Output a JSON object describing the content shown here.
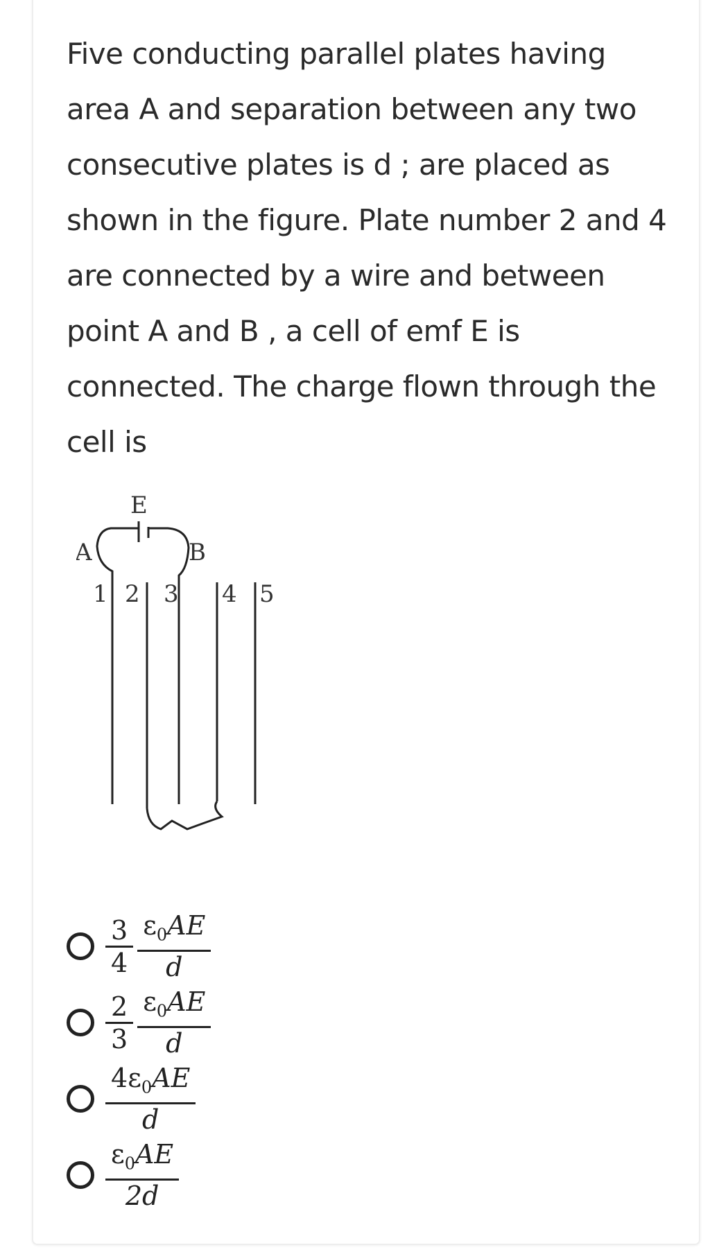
{
  "question": {
    "text": "Five conducting parallel plates having area A and separation between any two consecutive plates is d ; are placed as shown in the figure. Plate number 2 and 4 are connected by a wire and between point A and B , a cell of emf E is connected. The charge flown through the cell is"
  },
  "figure": {
    "emf_label": "E",
    "point_a": "A",
    "point_b": "B",
    "plate_labels": [
      "1",
      "2",
      "3",
      "4",
      "5"
    ]
  },
  "options": [
    {
      "coef_num": "3",
      "coef_den": "4",
      "num_eps": "ε",
      "num_sub": "0",
      "num_rest": "AE",
      "den": "d"
    },
    {
      "coef_num": "2",
      "coef_den": "3",
      "num_eps": "ε",
      "num_sub": "0",
      "num_rest": "AE",
      "den": "d"
    },
    {
      "coef_num": "",
      "coef_den": "",
      "num_pre": "4",
      "num_eps": "ε",
      "num_sub": "0",
      "num_rest": "AE",
      "den": "d"
    },
    {
      "coef_num": "",
      "coef_den": "",
      "num_pre": "",
      "num_eps": "ε",
      "num_sub": "0",
      "num_rest": "AE",
      "den": "2d"
    }
  ]
}
